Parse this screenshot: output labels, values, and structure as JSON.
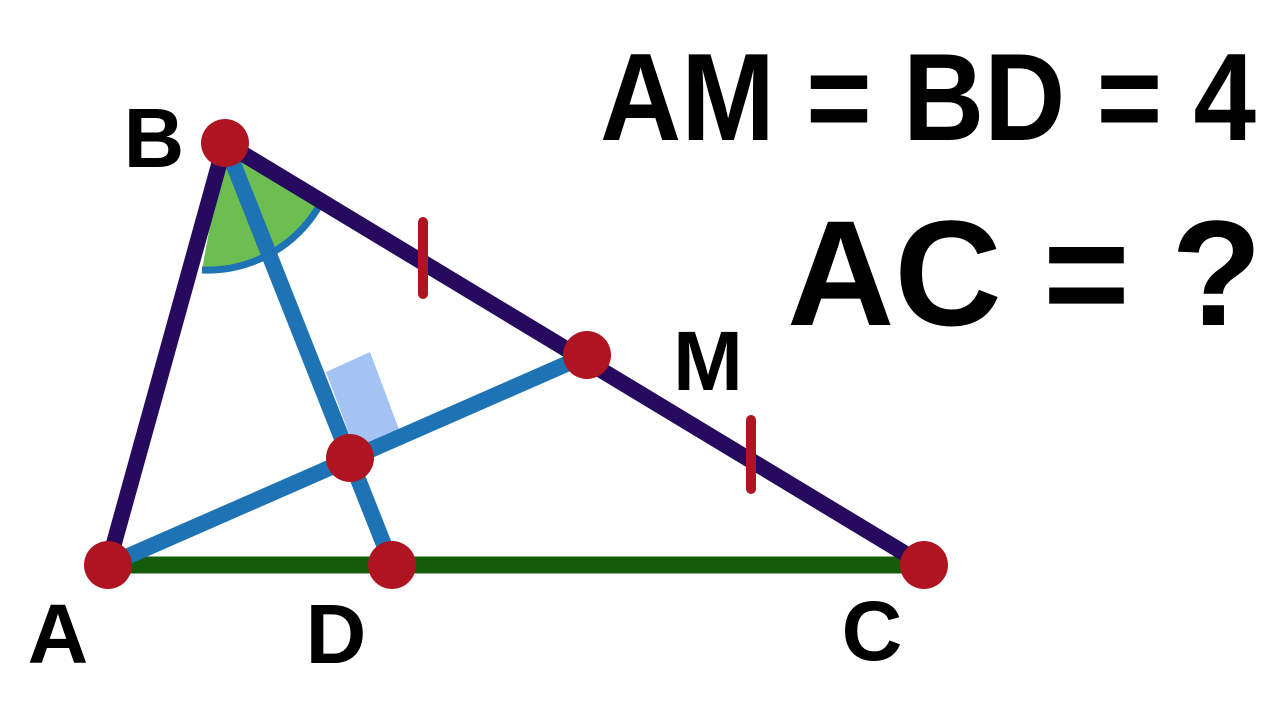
{
  "points": {
    "A": "A",
    "B": "B",
    "C": "C",
    "D": "D",
    "M": "M"
  },
  "given": "AM = BD = 4",
  "question": "AC = ?",
  "colors": {
    "triangle_sides": "#250a5e",
    "base_ac": "#155c0a",
    "cevians": "#1e73b4",
    "points": "#ae1521",
    "tick_marks": "#ae1521",
    "angle_fill": "#6cbe50",
    "angle_arc": "#1e73b4",
    "right_angle": "#a4c3f5",
    "text": "#000000",
    "background": "#ffffff"
  },
  "marks": {
    "angle_B": "bisector of angle ABC (green sector)",
    "tick_marks": "BM = MC",
    "right_angle": "AM ⊥ BD"
  }
}
